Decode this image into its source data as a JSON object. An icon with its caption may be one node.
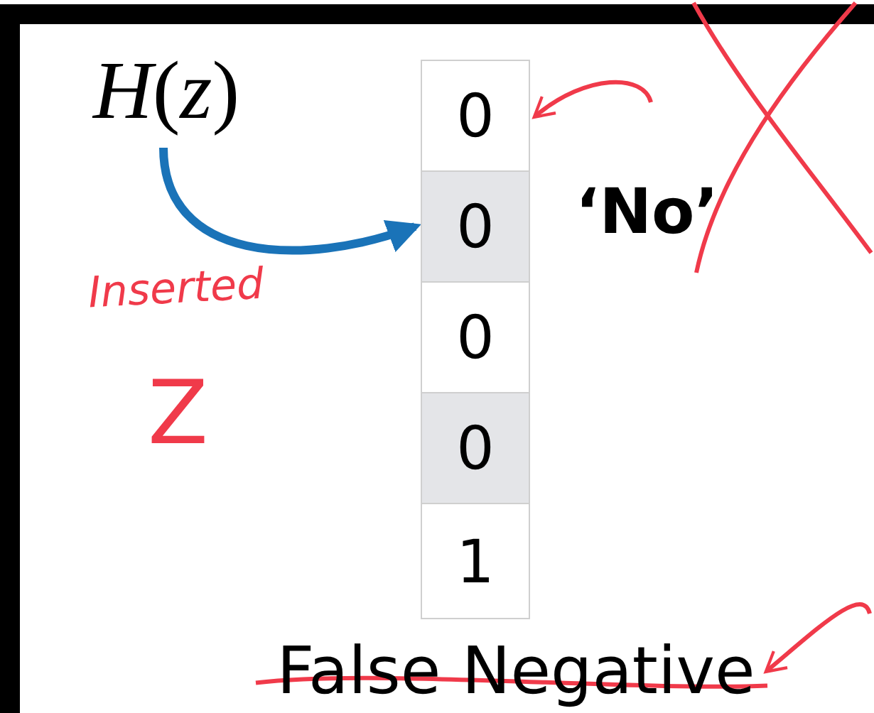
{
  "diagram": {
    "nodes": [
      {
        "text": [
          "*H*(*z*)"
        ]
      },
      {
        "text": [
          "0"
        ]
      },
      {
        "text": [
          "0"
        ]
      },
      {
        "text": [
          "0"
        ]
      },
      {
        "text": [
          "0"
        ]
      },
      {
        "text": [
          "1"
        ]
      },
      {
        "text": [
          "False Negative"
        ]
      }
    ],
    "edges": [
      {
        "from": 0,
        "to": 2,
        "arrow": "to",
        "style": "thick",
        "color": "#1a73b8"
      },
      {
        "from": null,
        "to": 1,
        "arrow": "to",
        "color": "#f03a4a"
      },
      {
        "from": null,
        "to": 6,
        "arrow": "to",
        "color": "#f03a4a"
      }
    ],
    "labels": [
      "Inserted",
      "Z",
      "‘No’"
    ]
  }
}
